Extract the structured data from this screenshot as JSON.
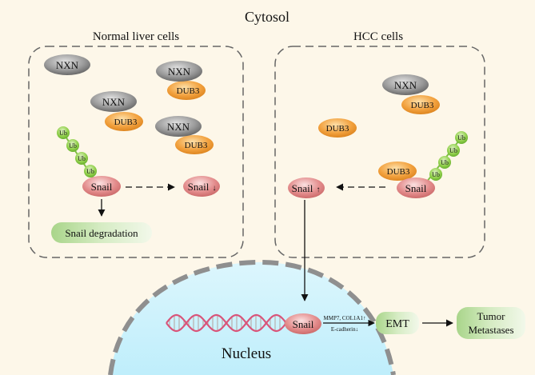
{
  "title": "Cytosol",
  "panels": {
    "normal": {
      "title": "Normal liver cells"
    },
    "hcc": {
      "title": "HCC cells"
    }
  },
  "proteins": {
    "nxn": "NXN",
    "dub3": "DUB3",
    "snail": "Snail",
    "ub": "Ub"
  },
  "snail_arrows": {
    "down": "↓",
    "up": "↑"
  },
  "labels": {
    "snail_degradation": "Snail degradation",
    "nucleus": "Nucleus",
    "emt": "EMT",
    "tumor_line1": "Tumor",
    "tumor_line2": "Metastases",
    "mmp_line": "MMP7, COL1A1↑",
    "ecad_line": "E-cadherin↓"
  },
  "colors": {
    "background": "#fdf7e9",
    "nxn": "#8c8c8c",
    "dub3": "#f2a13e",
    "snail": "#dd7f80",
    "ub": "#8fcf4a",
    "green_box": "#c6e2ac",
    "nucleus": "#c9f0fb",
    "dna_strand": "#d9557a"
  }
}
